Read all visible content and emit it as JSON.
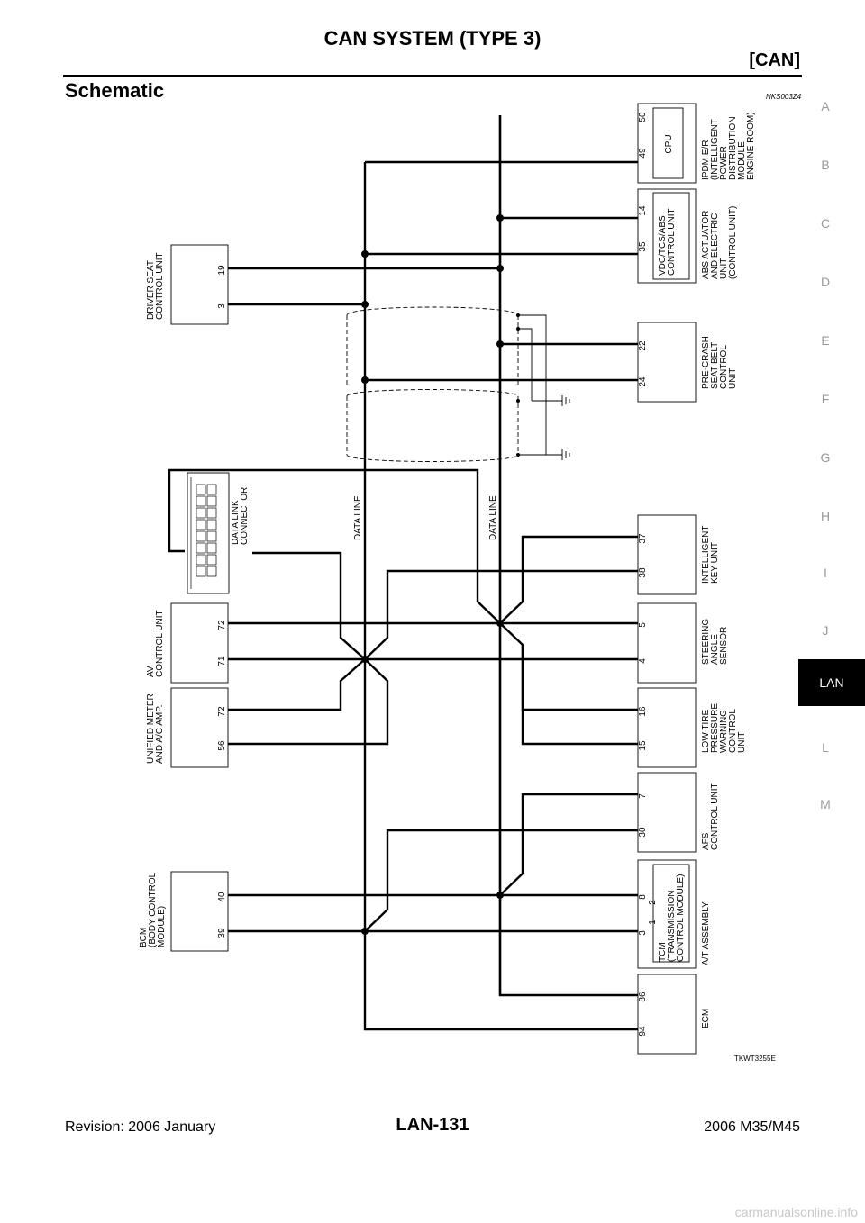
{
  "header": {
    "title": "CAN SYSTEM (TYPE 3)",
    "section": "[CAN]"
  },
  "section": {
    "title": "Schematic",
    "code": "NKS003Z4"
  },
  "side_index": [
    "A",
    "B",
    "C",
    "D",
    "E",
    "F",
    "G",
    "H",
    "I",
    "J",
    "LAN",
    "L",
    "M"
  ],
  "side_index_active": "LAN",
  "diagram": {
    "figure_code": "TKWT3255E",
    "data_line_label": "DATA LINE",
    "left_units": {
      "driver_seat": {
        "name": [
          "DRIVER SEAT",
          "CONTROL UNIT"
        ],
        "pins": [
          "19",
          "3"
        ]
      },
      "data_link": {
        "name": [
          "DATA LINK",
          "CONNECTOR"
        ]
      },
      "av": {
        "name": [
          "AV",
          "CONTROL UNIT"
        ],
        "pins": [
          "72",
          "71"
        ]
      },
      "meter": {
        "name": [
          "UNIFIED METER",
          "AND A/C AMP."
        ],
        "pins": [
          "72",
          "56"
        ]
      },
      "bcm": {
        "name": [
          "BCM",
          "(BODY CONTROL",
          "MODULE)"
        ],
        "pins": [
          "40",
          "39"
        ]
      }
    },
    "right_units": {
      "ipdm": {
        "name": [
          "IPDM E/R",
          "(INTELLIGENT",
          "POWER",
          "DISTRIBUTION",
          "MODULE",
          "ENGINE ROOM)"
        ],
        "inner": "CPU",
        "pins": [
          "50",
          "49"
        ]
      },
      "abs": {
        "name": [
          "ABS ACTUATOR",
          "AND ELECTRIC",
          "UNIT",
          "(CONTROL UNIT)"
        ],
        "inner": [
          "VDC/TCS/ABS",
          "CONTROL UNIT"
        ],
        "pins": [
          "14",
          "35"
        ]
      },
      "precrash": {
        "name": [
          "PRE-CRASH",
          "SEAT BELT",
          "CONTROL",
          "UNIT"
        ],
        "pins": [
          "22",
          "24"
        ]
      },
      "ikey": {
        "name": [
          "INTELLIGENT",
          "KEY UNIT"
        ],
        "pins": [
          "37",
          "38"
        ]
      },
      "steering": {
        "name": [
          "STEERING",
          "ANGLE",
          "SENSOR"
        ],
        "pins": [
          "5",
          "4"
        ]
      },
      "tire": {
        "name": [
          "LOW TIRE",
          "PRESSURE",
          "WARNING",
          "CONTROL",
          "UNIT"
        ],
        "pins": [
          "16",
          "15"
        ]
      },
      "afs": {
        "name": [
          "AFS",
          "CONTROL UNIT"
        ],
        "pins": [
          "7",
          "30"
        ]
      },
      "at": {
        "name": [
          "A/T ASSEMBLY"
        ],
        "inner": [
          "TCM",
          "(TRANSMISSION",
          "CONTROL MODULE)"
        ],
        "inner_pins": [
          "2",
          "1"
        ],
        "pins": [
          "8",
          "3"
        ]
      },
      "ecm": {
        "name": [
          "ECM"
        ],
        "pins": [
          "86",
          "94"
        ]
      }
    }
  },
  "footer": {
    "revision": "Revision: 2006 January",
    "page": "LAN-131",
    "model": "2006 M35/M45"
  },
  "watermark": "carmanualsonline.info"
}
